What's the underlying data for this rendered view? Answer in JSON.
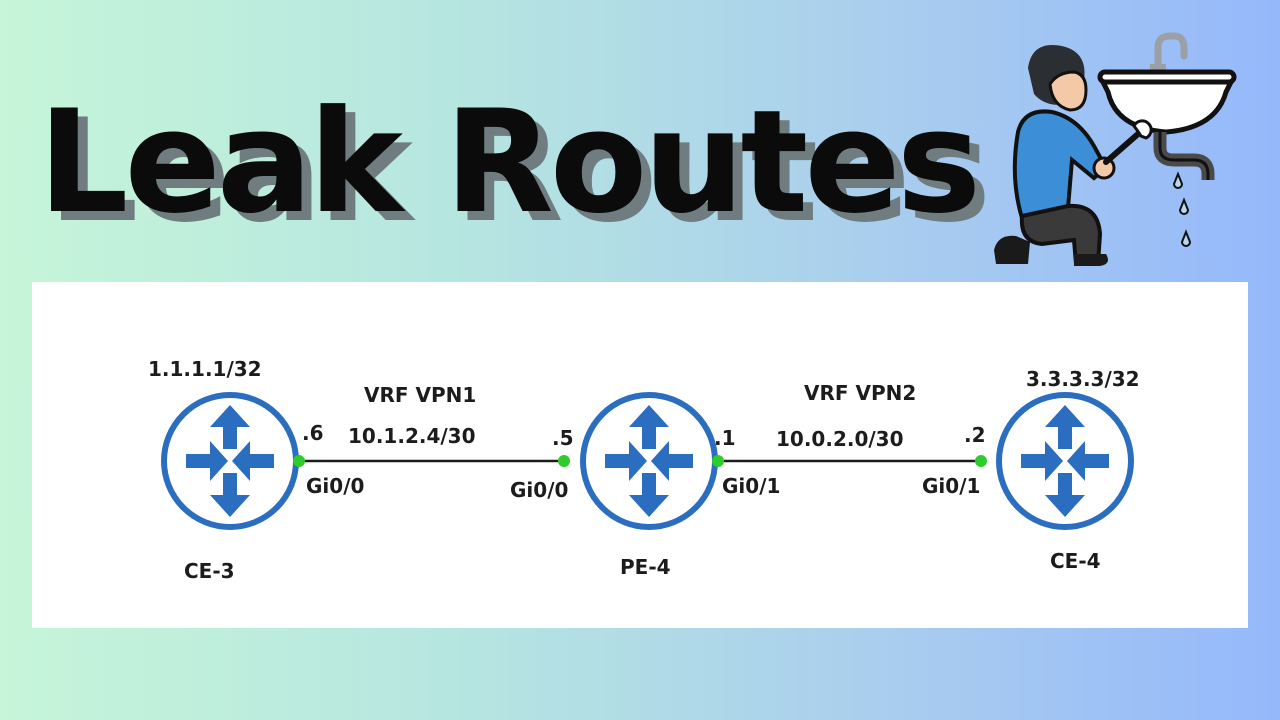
{
  "title": "Leak Routes",
  "diagram": {
    "routers": [
      {
        "id": "ce3",
        "name": "CE-3",
        "prefix": "1.1.1.1/32"
      },
      {
        "id": "pe4",
        "name": "PE-4",
        "prefix": ""
      },
      {
        "id": "ce4",
        "name": "CE-4",
        "prefix": "3.3.3.3/32"
      }
    ],
    "links": [
      {
        "vrf": "VRF VPN1",
        "subnet": "10.1.2.4/30",
        "left_host": ".6",
        "left_intf": "Gi0/0",
        "right_host": ".5",
        "right_intf": "Gi0/0"
      },
      {
        "vrf": "VRF VPN2",
        "subnet": "10.0.2.0/30",
        "left_host": ".1",
        "left_intf": "Gi0/1",
        "right_host": ".2",
        "right_intf": "Gi0/1"
      }
    ]
  },
  "colors": {
    "router_blue": "#2b6ebf",
    "port_green": "#2ecc2e",
    "title_shadow": "#6f7c80"
  },
  "icons": [
    "router-icon",
    "plumber-icon",
    "sink-icon",
    "wrench-icon"
  ]
}
